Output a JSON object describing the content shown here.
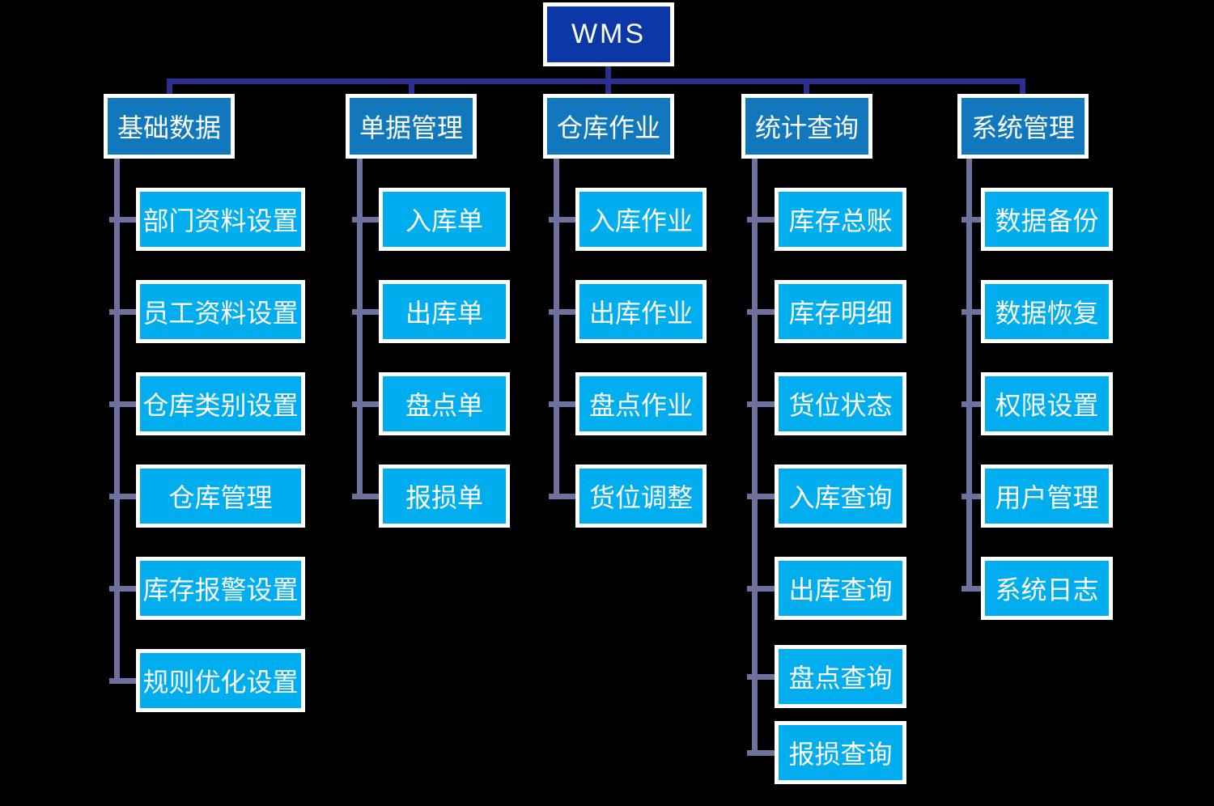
{
  "root": {
    "label": "WMS"
  },
  "colors": {
    "background": "#000000",
    "root_fill": "#0B38A6",
    "category_fill": "#1278BE",
    "child_fill": "#00AEEF",
    "trunk_line": "#2B2F92",
    "branch_line": "#6E719D",
    "node_border": "#FFFFFF",
    "text": "#FFFFFF"
  },
  "categories": [
    {
      "label": "基础数据",
      "children": [
        "部门资料设置",
        "员工资料设置",
        "仓库类别设置",
        "仓库管理",
        "库存报警设置",
        "规则优化设置"
      ]
    },
    {
      "label": "单据管理",
      "children": [
        "入库单",
        "出库单",
        "盘点单",
        "报损单"
      ]
    },
    {
      "label": "仓库作业",
      "children": [
        "入库作业",
        "出库作业",
        "盘点作业",
        "货位调整"
      ]
    },
    {
      "label": "统计查询",
      "children": [
        "库存总账",
        "库存明细",
        "货位状态",
        "入库查询",
        "出库查询",
        "盘点查询",
        "报损查询"
      ]
    },
    {
      "label": "系统管理",
      "children": [
        "数据备份",
        "数据恢复",
        "权限设置",
        "用户管理",
        "系统日志"
      ]
    }
  ]
}
